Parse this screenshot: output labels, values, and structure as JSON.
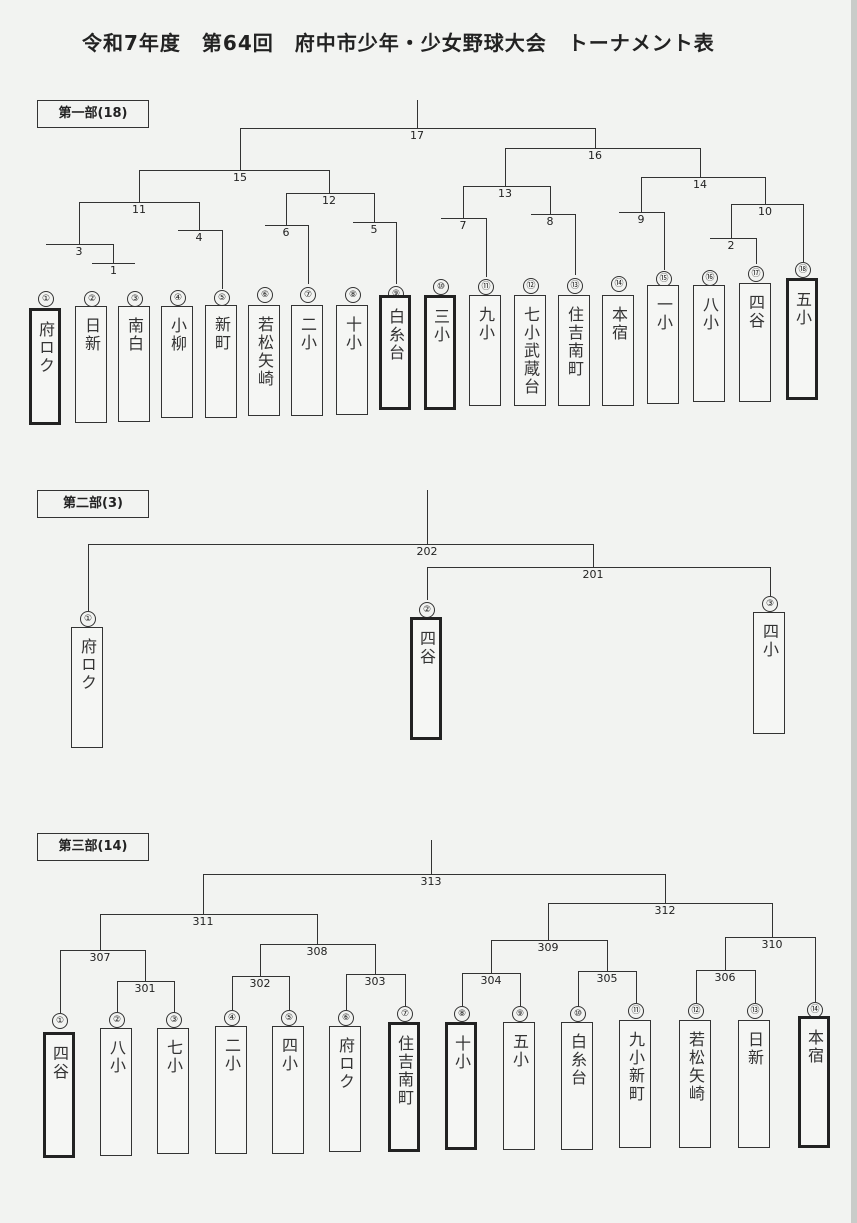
{
  "title": "令和7年度　第64回　府中市少年・少女野球大会　トーナメント表",
  "divisions": [
    {
      "label": "第一部(18)",
      "teams": [
        {
          "seed": "①",
          "name": "府ロク",
          "winner": true
        },
        {
          "seed": "②",
          "name": "日新",
          "winner": false
        },
        {
          "seed": "③",
          "name": "南白",
          "winner": false
        },
        {
          "seed": "④",
          "name": "小柳",
          "winner": false
        },
        {
          "seed": "⑤",
          "name": "新町",
          "winner": false
        },
        {
          "seed": "⑥",
          "name": "若松矢崎",
          "winner": false
        },
        {
          "seed": "⑦",
          "name": "二小",
          "winner": false
        },
        {
          "seed": "⑧",
          "name": "十小",
          "winner": false
        },
        {
          "seed": "⑨",
          "name": "白糸台",
          "winner": true
        },
        {
          "seed": "⑩",
          "name": "三小",
          "winner": true
        },
        {
          "seed": "⑪",
          "name": "九小",
          "winner": false
        },
        {
          "seed": "⑫",
          "name": "七小武蔵台",
          "winner": false
        },
        {
          "seed": "⑬",
          "name": "住吉南町",
          "winner": false
        },
        {
          "seed": "⑭",
          "name": "本宿",
          "winner": false
        },
        {
          "seed": "⑮",
          "name": "一小",
          "winner": false
        },
        {
          "seed": "⑯",
          "name": "八小",
          "winner": false
        },
        {
          "seed": "⑰",
          "name": "四谷",
          "winner": false
        },
        {
          "seed": "⑱",
          "name": "五小",
          "winner": true
        }
      ],
      "matches": [
        "1",
        "2",
        "3",
        "4",
        "5",
        "6",
        "7",
        "8",
        "9",
        "10",
        "11",
        "12",
        "13",
        "14",
        "15",
        "16",
        "17"
      ]
    },
    {
      "label": "第二部(3)",
      "teams": [
        {
          "seed": "①",
          "name": "府ロク",
          "winner": false
        },
        {
          "seed": "②",
          "name": "四谷",
          "winner": true
        },
        {
          "seed": "③",
          "name": "四小",
          "winner": false
        }
      ],
      "matches": [
        "201",
        "202"
      ]
    },
    {
      "label": "第三部(14)",
      "teams": [
        {
          "seed": "①",
          "name": "四谷",
          "winner": true
        },
        {
          "seed": "②",
          "name": "八小",
          "winner": false
        },
        {
          "seed": "③",
          "name": "七小",
          "winner": false
        },
        {
          "seed": "④",
          "name": "二小",
          "winner": false
        },
        {
          "seed": "⑤",
          "name": "四小",
          "winner": false
        },
        {
          "seed": "⑥",
          "name": "府ロク",
          "winner": false
        },
        {
          "seed": "⑦",
          "name": "住吉南町",
          "winner": true
        },
        {
          "seed": "⑧",
          "name": "十小",
          "winner": true
        },
        {
          "seed": "⑨",
          "name": "五小",
          "winner": false
        },
        {
          "seed": "⑩",
          "name": "白糸台",
          "winner": false
        },
        {
          "seed": "⑪",
          "name": "九小新町",
          "winner": false
        },
        {
          "seed": "⑫",
          "name": "若松矢崎",
          "winner": false
        },
        {
          "seed": "⑬",
          "name": "日新",
          "winner": false
        },
        {
          "seed": "⑭",
          "name": "本宿",
          "winner": true
        }
      ],
      "matches": [
        "301",
        "302",
        "303",
        "304",
        "305",
        "306",
        "307",
        "308",
        "309",
        "310",
        "311",
        "312",
        "313"
      ]
    }
  ]
}
